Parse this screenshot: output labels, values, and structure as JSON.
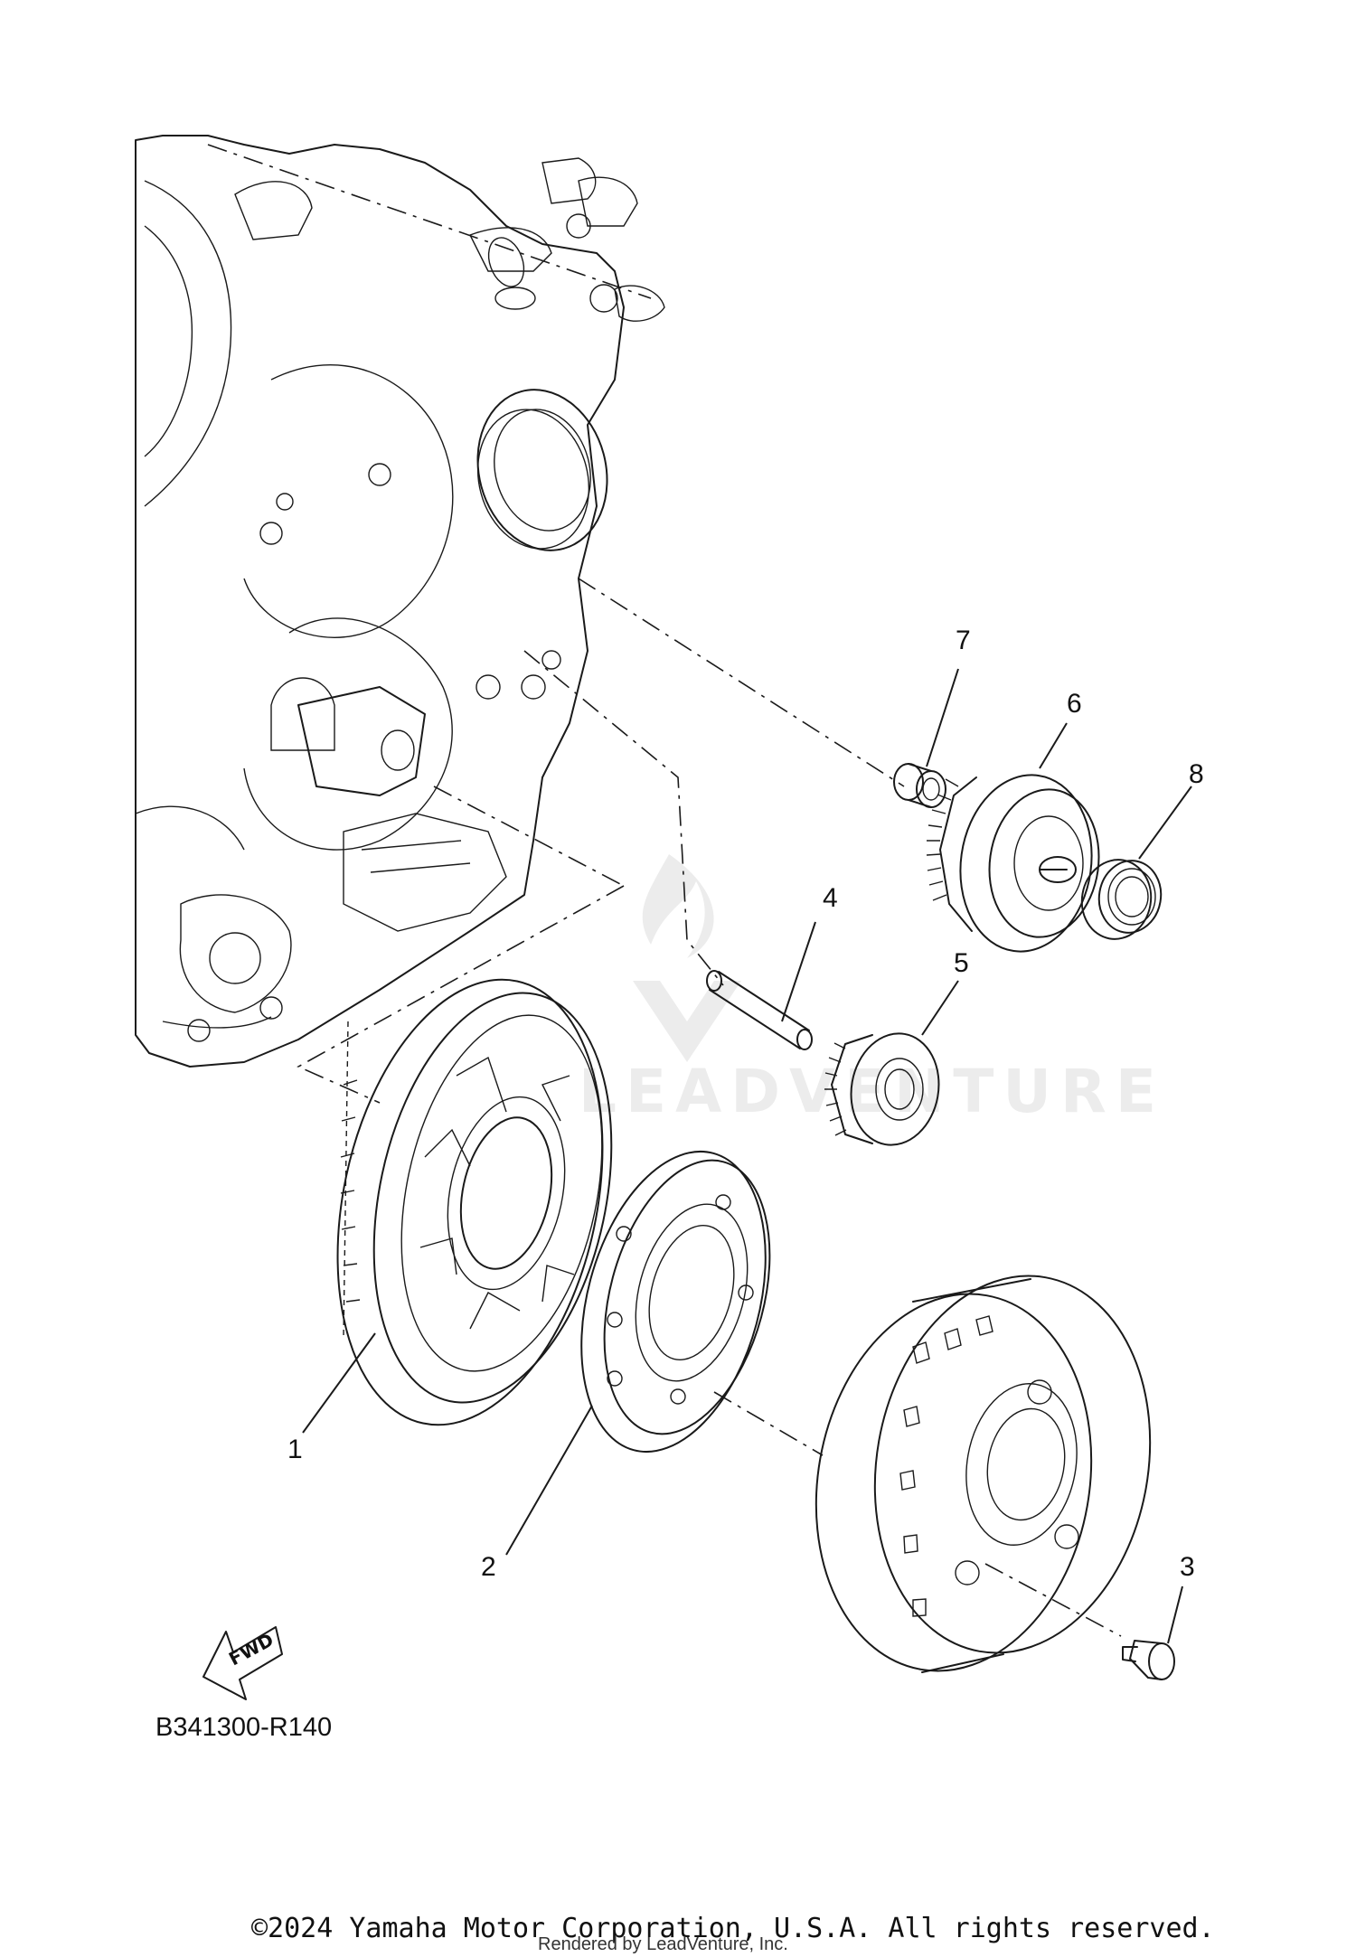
{
  "diagram": {
    "callouts": [
      "1",
      "2",
      "3",
      "4",
      "5",
      "6",
      "7",
      "8"
    ],
    "direction_label": "FWD",
    "diagram_code": "B341300-R140",
    "watermark_text": "LEADVENTURE",
    "copyright": "©2024 Yamaha Motor Corporation, U.S.A. All rights reserved.",
    "rendered_by": "Rendered by LeadVenture, Inc."
  }
}
